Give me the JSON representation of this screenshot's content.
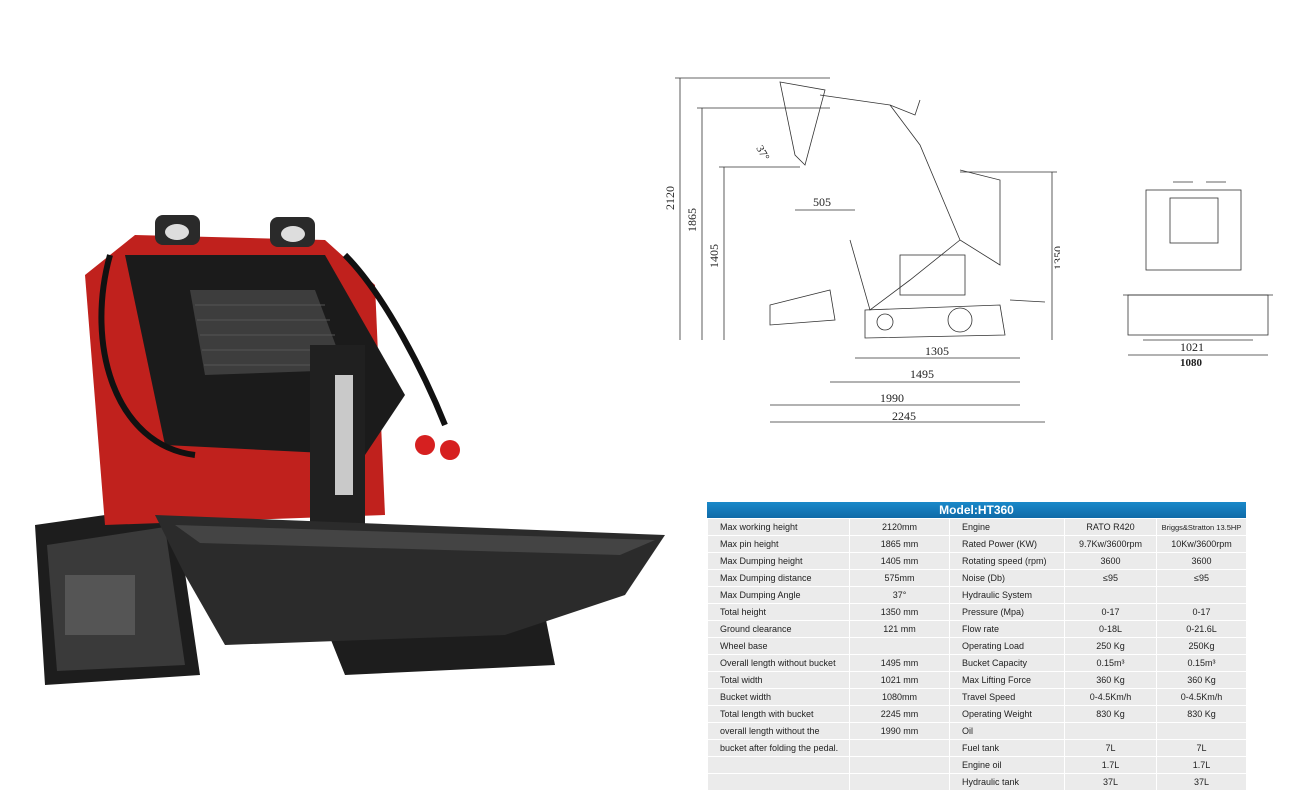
{
  "drawing": {
    "dims": [
      "2120",
      "1865",
      "1405",
      "505",
      "1350",
      "1305",
      "1495",
      "1990",
      "2245",
      "37°"
    ],
    "front_dims": [
      "1021",
      "1080"
    ]
  },
  "spec": {
    "title": "Model:HT360",
    "left": [
      {
        "label": "Max working height",
        "value": "2120mm"
      },
      {
        "label": "Max pin height",
        "value": "1865 mm"
      },
      {
        "label": "Max Dumping height",
        "value": "1405 mm"
      },
      {
        "label": "Max Dumping distance",
        "value": "575mm"
      },
      {
        "label": "Max Dumping Angle",
        "value": "37°"
      },
      {
        "label": "Total height",
        "value": "1350 mm"
      },
      {
        "label": "Ground clearance",
        "value": "121 mm"
      },
      {
        "label": "Wheel base",
        "value": ""
      },
      {
        "label": "Overall length without bucket",
        "value": "1495 mm"
      },
      {
        "label": "Total width",
        "value": "1021 mm"
      },
      {
        "label": "Bucket width",
        "value": "1080mm"
      },
      {
        "label": "Total length with bucket",
        "value": "2245 mm"
      },
      {
        "label": "overall length  without the",
        "value": "1990 mm"
      },
      {
        "label": "bucket after  folding the pedal.",
        "value": ""
      }
    ],
    "right": [
      {
        "label": "Engine",
        "v1": "RATO R420",
        "v2": "Briggs&Stratton 13.5HP"
      },
      {
        "label": "Rated Power (KW)",
        "v1": "9.7Kw/3600rpm",
        "v2": "10Kw/3600rpm"
      },
      {
        "label": "Rotating speed (rpm)",
        "v1": "3600",
        "v2": "3600"
      },
      {
        "label": "Noise (Db)",
        "v1": "≤95",
        "v2": "≤95"
      },
      {
        "label": "Hydraulic System",
        "v1": "",
        "v2": ""
      },
      {
        "label": "Pressure (Mpa)",
        "v1": "0-17",
        "v2": "0-17"
      },
      {
        "label": "Flow rate",
        "v1": "0-18L",
        "v2": "0-21.6L"
      },
      {
        "label": "Operating Load",
        "v1": "250 Kg",
        "v2": "250Kg"
      },
      {
        "label": "Bucket Capacity",
        "v1": "0.15m³",
        "v2": "0.15m³"
      },
      {
        "label": "Max Lifting Force",
        "v1": "360 Kg",
        "v2": "360 Kg"
      },
      {
        "label": "Travel Speed",
        "v1": "0-4.5Km/h",
        "v2": "0-4.5Km/h"
      },
      {
        "label": "Operating Weight",
        "v1": "830 Kg",
        "v2": "830 Kg"
      },
      {
        "label": "Oil",
        "v1": "",
        "v2": ""
      },
      {
        "label": "Fuel tank",
        "v1": "7L",
        "v2": "7L"
      },
      {
        "label": "Engine oil",
        "v1": "1.7L",
        "v2": "1.7L"
      },
      {
        "label": "Hydraulic tank",
        "v1": "37L",
        "v2": "37L"
      }
    ]
  }
}
